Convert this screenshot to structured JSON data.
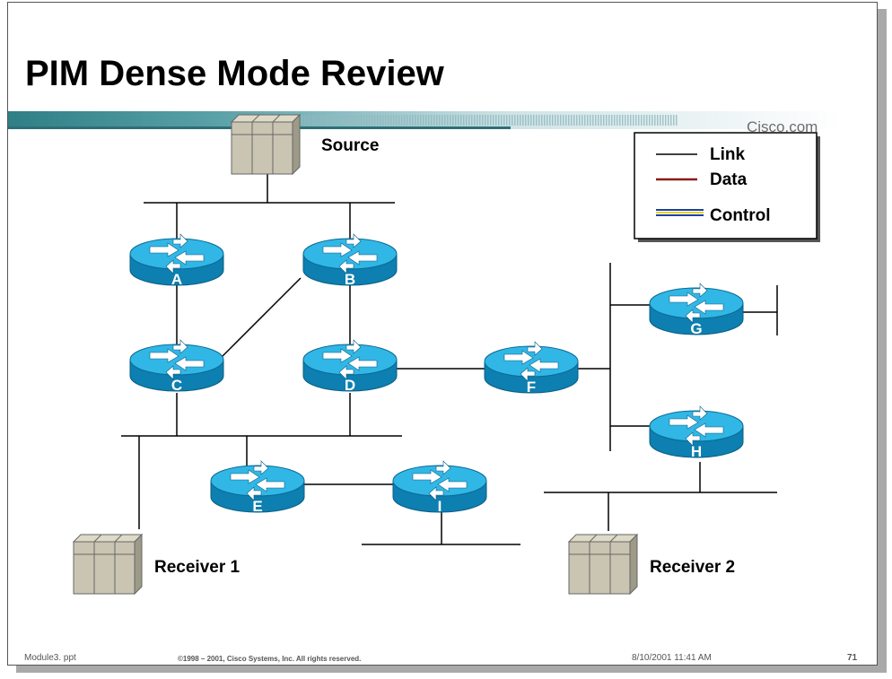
{
  "slide": {
    "title": "PIM Dense Mode Review",
    "brand": "Cisco.com"
  },
  "legend": {
    "link": "Link",
    "data": "Data",
    "control": "Control"
  },
  "nodes": {
    "source": "Source",
    "receiver1": "Receiver 1",
    "receiver2": "Receiver 2",
    "routers": [
      "A",
      "B",
      "C",
      "D",
      "E",
      "F",
      "G",
      "H",
      "I"
    ]
  },
  "footer": {
    "filename": "Module3. ppt",
    "copyright": "©1998 – 2001, Cisco Systems, Inc. All rights reserved.",
    "date": "8/10/2001 11:41 AM",
    "page": "71"
  },
  "colors": {
    "router_fill": "#1aa6d6",
    "server_fill": "#c9c5b2",
    "data_line": "#8b1a1a",
    "control_line_1": "#1f3fa8",
    "control_line_2": "#e8d417"
  }
}
